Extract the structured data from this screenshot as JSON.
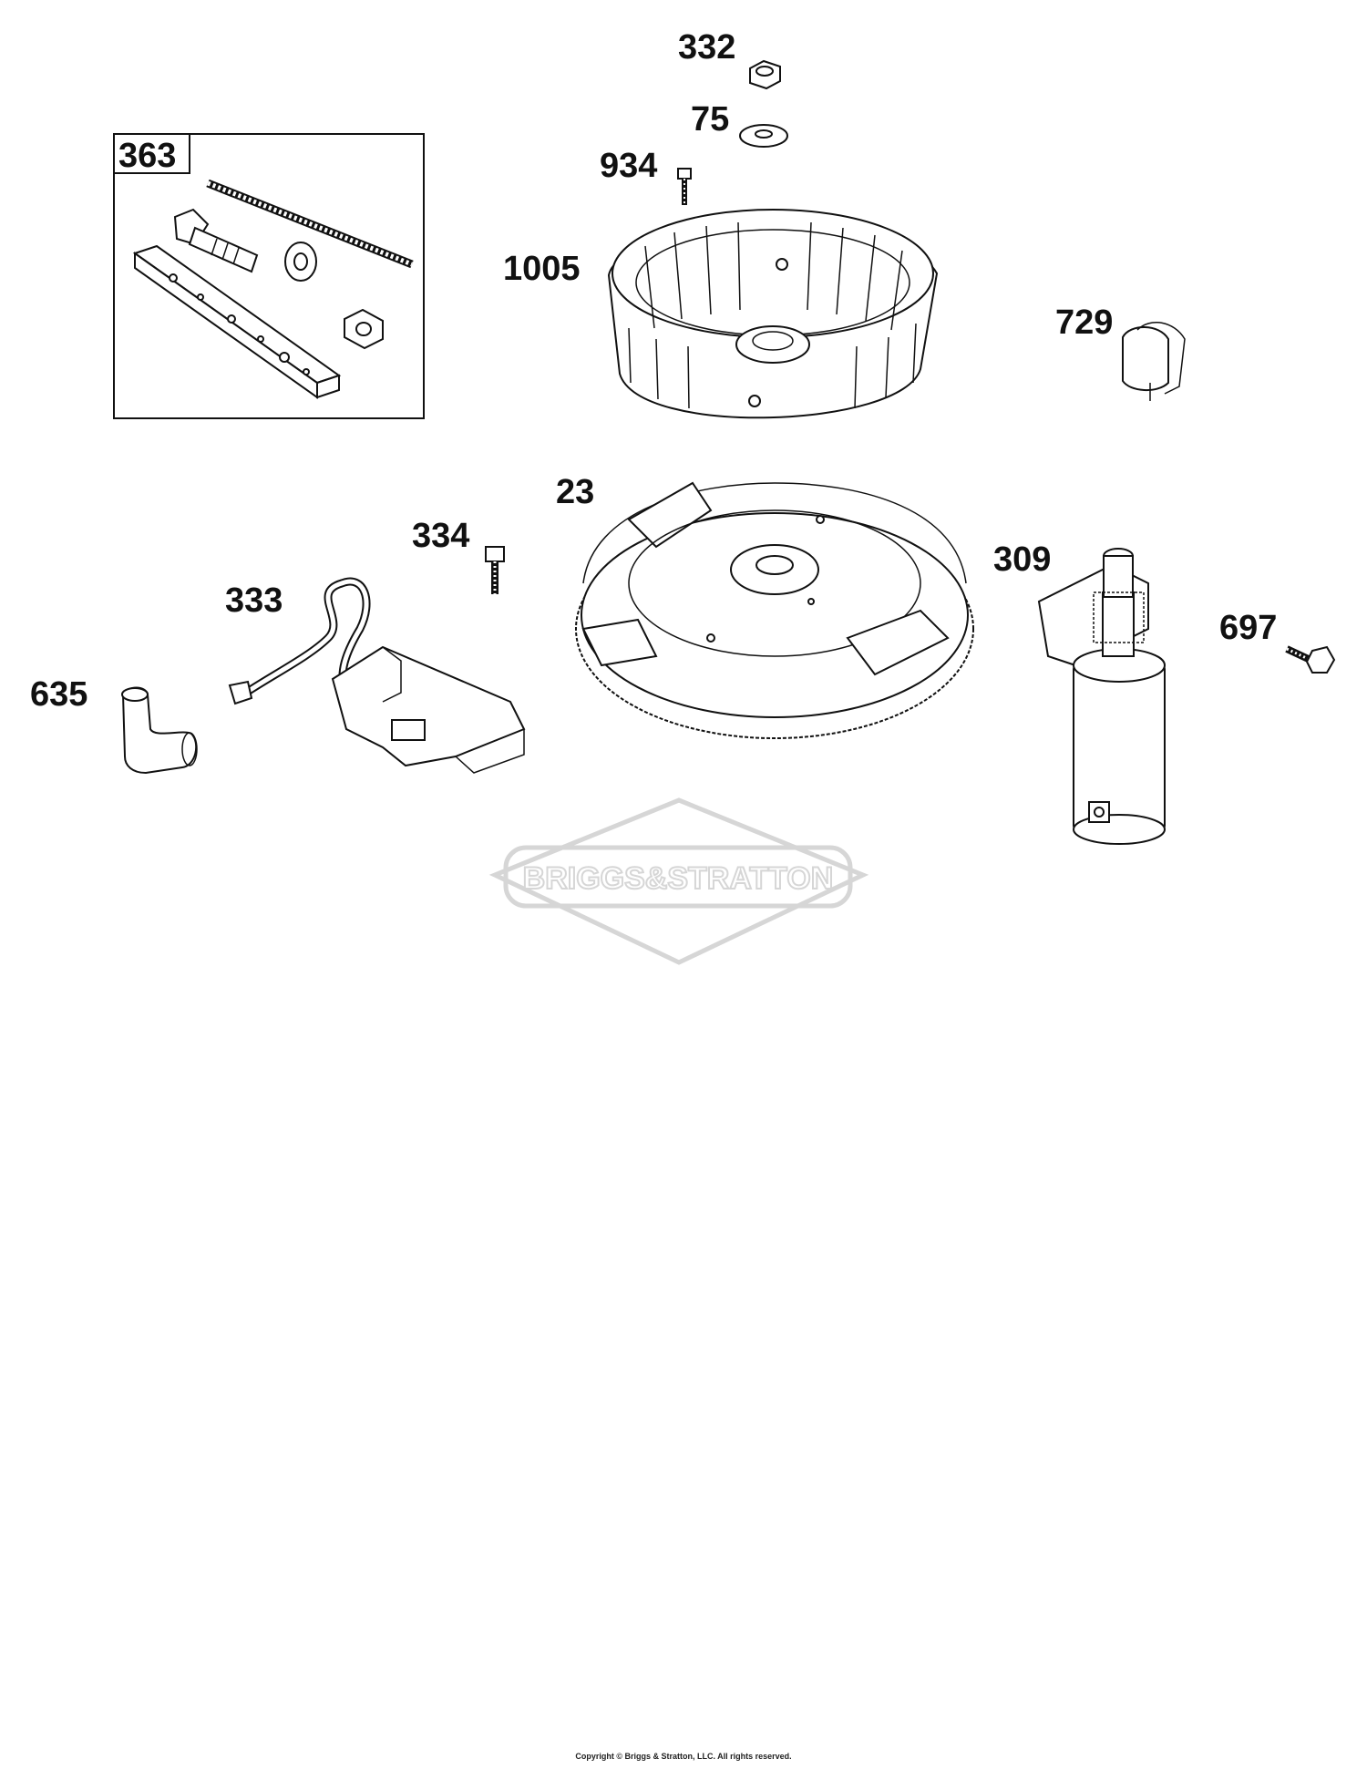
{
  "callouts": {
    "c332": "332",
    "c75": "75",
    "c934": "934",
    "c363": "363",
    "c1005": "1005",
    "c729": "729",
    "c23": "23",
    "c334": "334",
    "c333": "333",
    "c309": "309",
    "c697": "697",
    "c635": "635"
  },
  "watermark": {
    "text": "BRIGGS&STRATTON"
  },
  "footer": {
    "copyright": "Copyright © Briggs & Stratton, LLC. All rights reserved."
  },
  "colors": {
    "line": "#111111",
    "watermark": "#d6d6d6",
    "background": "#ffffff"
  }
}
